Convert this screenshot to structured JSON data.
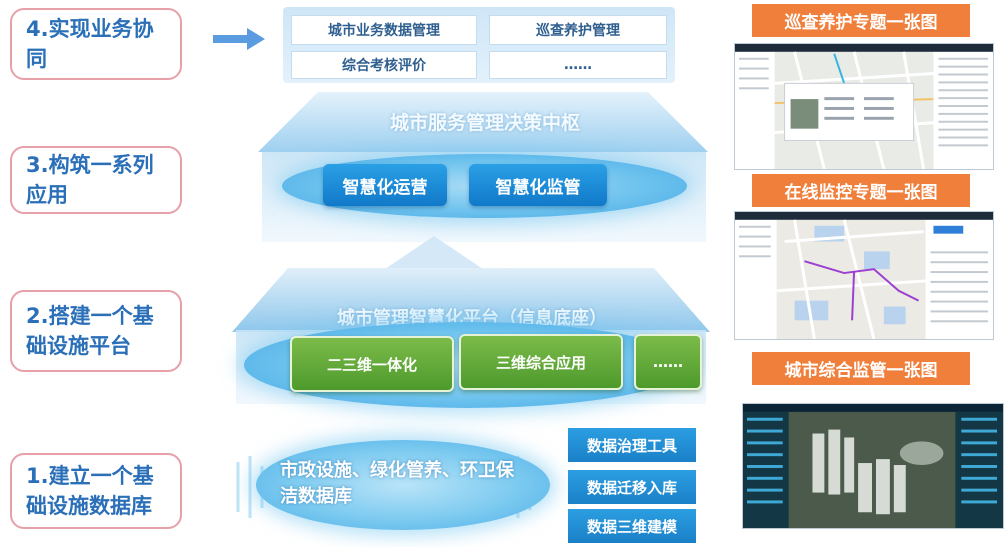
{
  "steps": [
    {
      "id": "4",
      "text": "4.实现业务协同"
    },
    {
      "id": "3",
      "text": "3.构筑一系列应用"
    },
    {
      "id": "2",
      "text": "2.搭建一个基础设施平台"
    },
    {
      "id": "1",
      "text": "1.建立一个基础设施数据库"
    }
  ],
  "business": {
    "items": [
      "城市业务数据管理",
      "巡查养护管理",
      "综合考核评价",
      "……"
    ]
  },
  "decision": {
    "title": "城市服务管理决策中枢",
    "apps": [
      "智慧化运营",
      "智慧化监管"
    ]
  },
  "platform": {
    "title": "城市管理智慧化平台（信息底座）",
    "modules": [
      "二三维一体化",
      "三维综合应用",
      "……"
    ]
  },
  "database": {
    "title": "市政设施、绿化管养、环卫保洁数据库",
    "tools": [
      "数据治理工具",
      "数据迁移入库",
      "数据三维建模"
    ]
  },
  "right_panels": {
    "labels": [
      "巡查养护专题一张图",
      "在线监控专题一张图",
      "城市综合监管一张图"
    ]
  },
  "colors": {
    "step_text": "#2a6fb8",
    "step_border": "#e8a0a8",
    "blue_button": "#1a80c8",
    "green_button": "#5aa535",
    "orange_label": "#f07f3c"
  }
}
